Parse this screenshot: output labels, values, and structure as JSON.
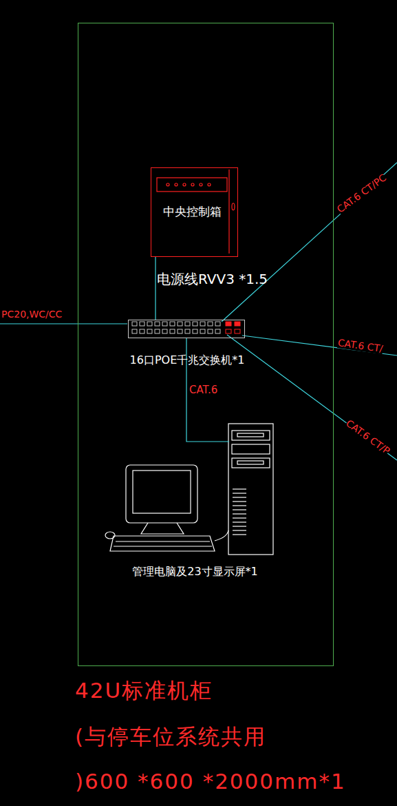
{
  "diagram": {
    "nodes": [
      {
        "text": [
          "42U标准机柜",
          "(与停车位系统共用",
          ")600 *600 *2000mm*1"
        ]
      },
      {
        "text": [
          "中央控制箱"
        ],
        "in": 0
      },
      {
        "text": [
          "16口POE千兆交换机*1"
        ],
        "in": 0
      },
      {
        "text": [
          "管理电脑及23寸显示屏*1"
        ],
        "in": 0
      }
    ],
    "edges": [
      {
        "from": 1,
        "to": 2,
        "arrow": "none",
        "label": "电源线RVV3 *1.5"
      },
      {
        "from": 2,
        "to": 3,
        "arrow": "none",
        "label": "CAT.6"
      }
    ],
    "labels": [
      "PC20,WC/CC",
      "CAT.6 CT/PC",
      "CAT.6 CT/",
      "CAT.6 CT/P"
    ]
  }
}
